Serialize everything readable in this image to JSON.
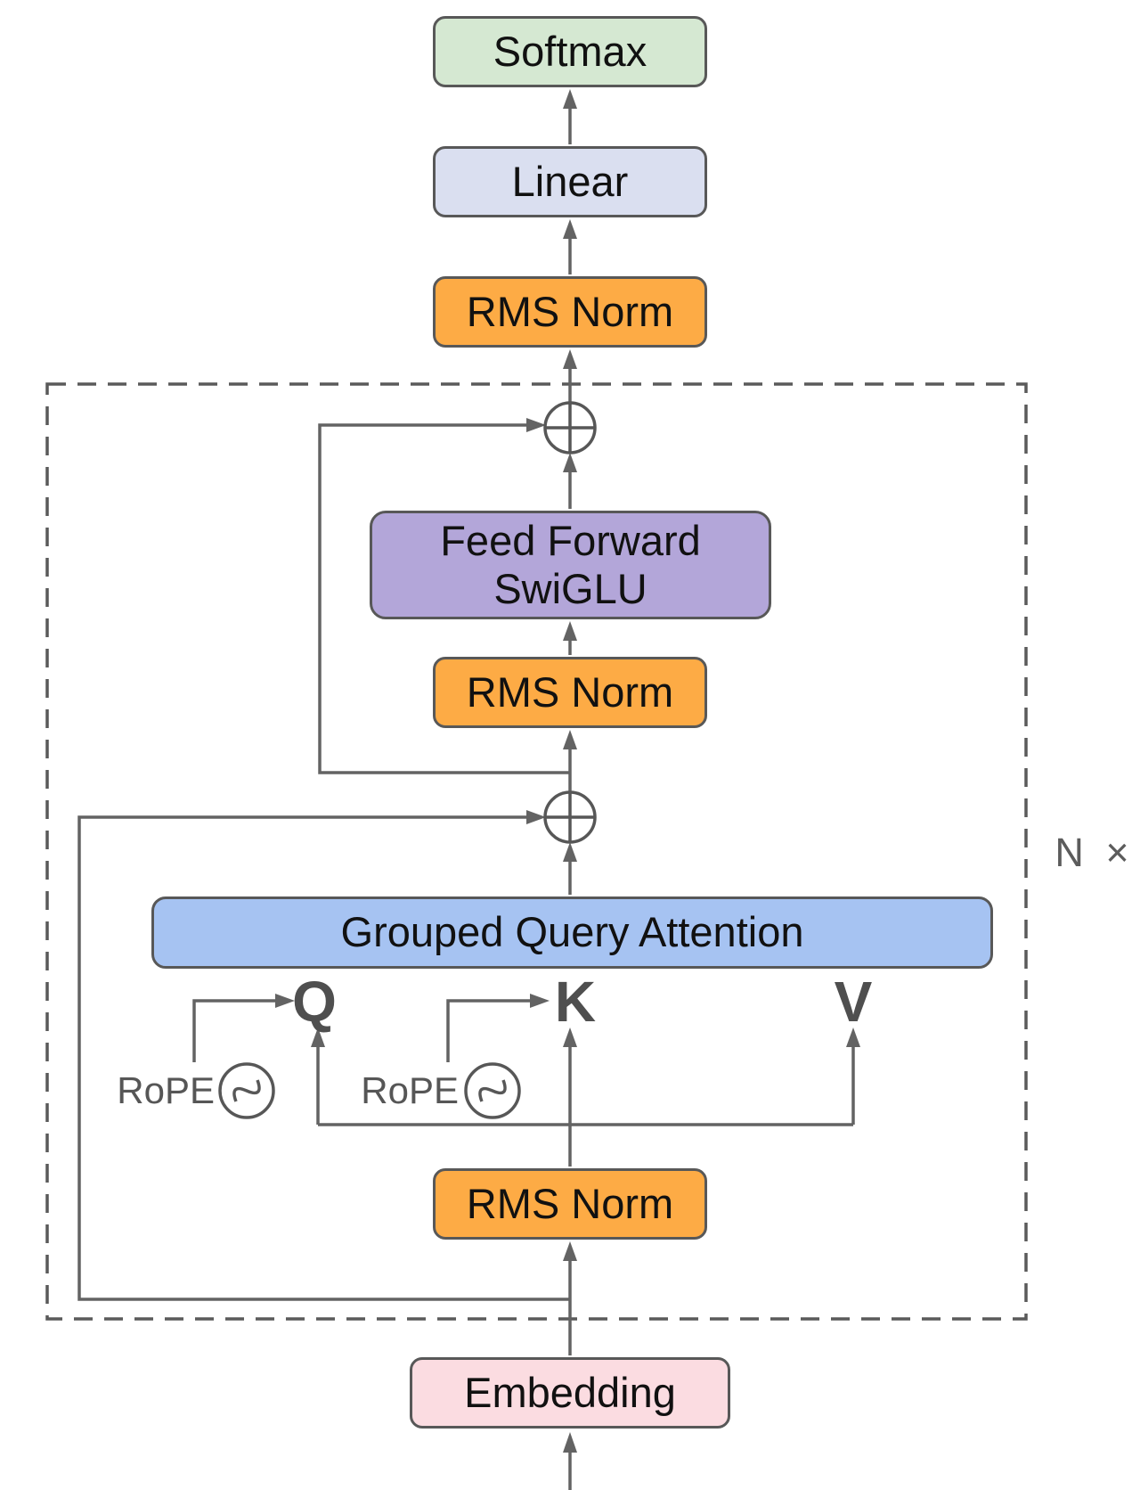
{
  "diagram": {
    "blocks": {
      "softmax": {
        "label": "Softmax",
        "fill": "#d5e8d2"
      },
      "linear": {
        "label": "Linear",
        "fill": "#dadff0"
      },
      "rms_norm_top": {
        "label": "RMS Norm",
        "fill": "#fdab45"
      },
      "feed_forward": {
        "label_line1": "Feed Forward",
        "label_line2": "SwiGLU",
        "fill": "#b3a6d9"
      },
      "rms_norm_middle": {
        "label": "RMS Norm",
        "fill": "#fdab45"
      },
      "grouped_query_attention": {
        "label": "Grouped Query Attention",
        "fill": "#a6c3f2"
      },
      "rms_norm_bottom": {
        "label": "RMS Norm",
        "fill": "#fdab45"
      },
      "embedding": {
        "label": "Embedding",
        "fill": "#fbdce1"
      }
    },
    "labels": {
      "query": "Q",
      "key": "K",
      "value": "V",
      "rope_query": "RoPE",
      "rope_key": "RoPE",
      "repeat_count": "N ×"
    },
    "icons": {
      "rope_icon": "sine-oscillator-icon",
      "residual_add_icon": "plus-circle-icon"
    },
    "colors": {
      "line": "#636363",
      "border": "#585858",
      "dashed_border": "#5a5a5a",
      "block_text": "#111111",
      "muted_text": "#555555"
    }
  }
}
